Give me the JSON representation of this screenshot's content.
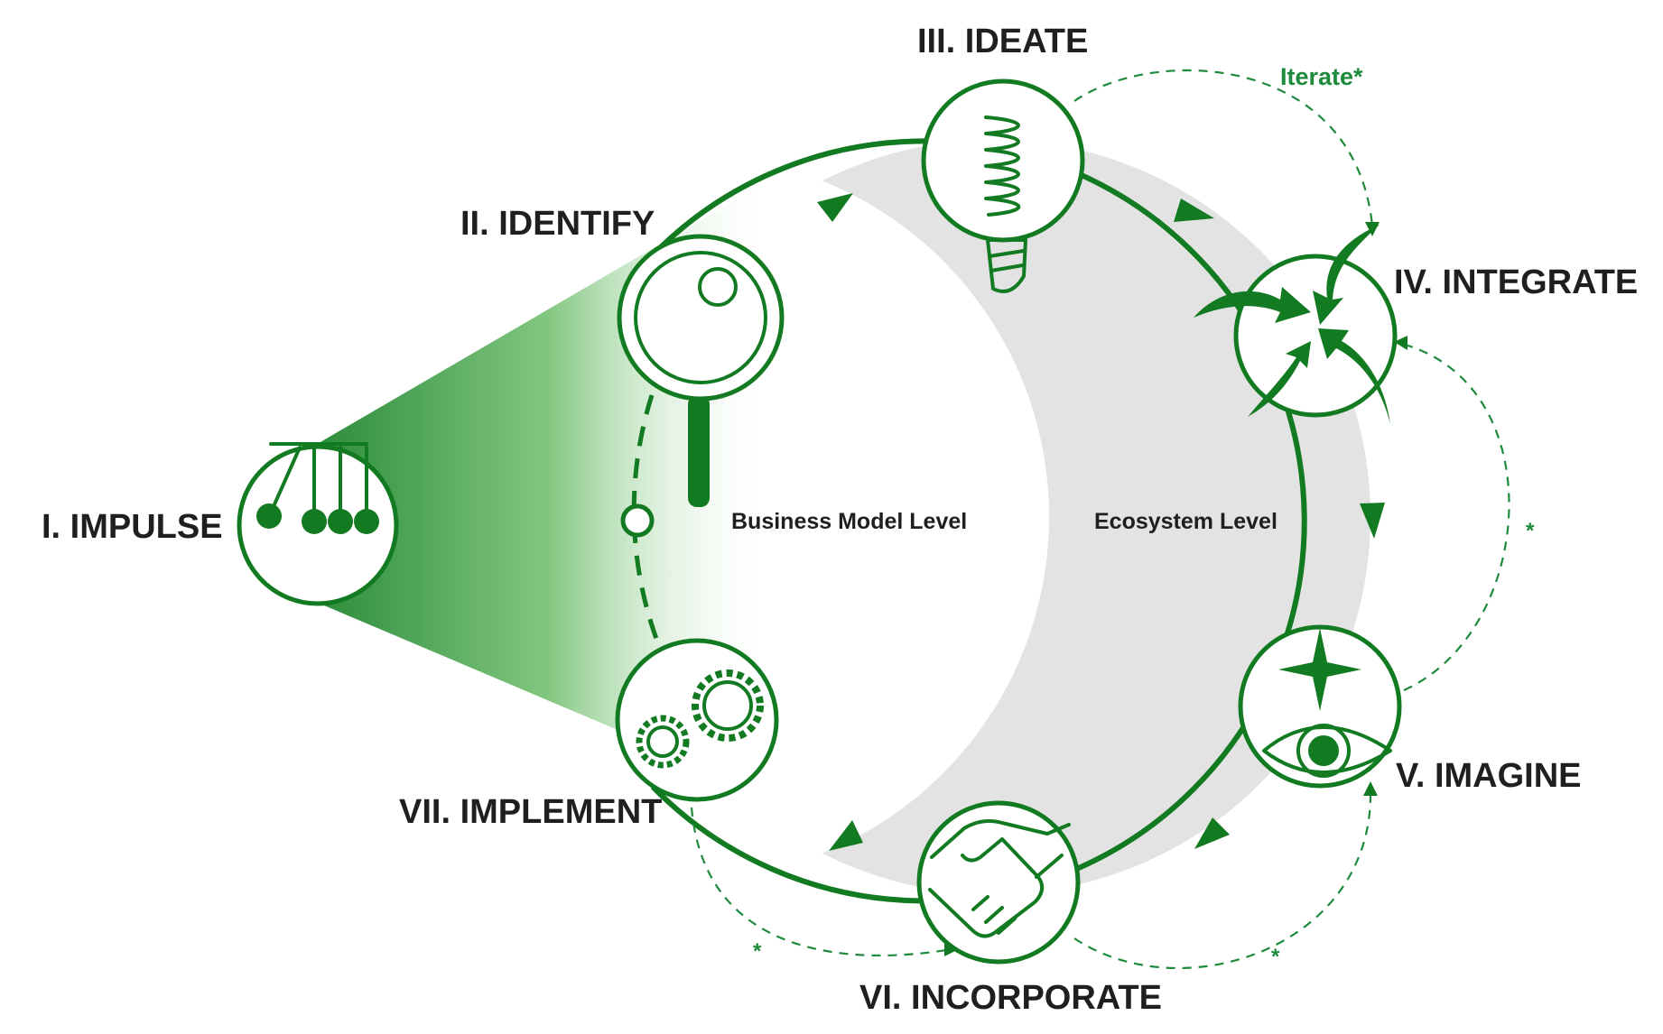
{
  "colors": {
    "primary": "#127a20",
    "accent": "#1e8a3c",
    "ecosystem_fill": "#e3e3e3",
    "text": "#1f1f1f"
  },
  "stages": {
    "impulse": {
      "label": "I. IMPULSE",
      "icon": "newtons-cradle-icon"
    },
    "identify": {
      "label": "II. IDENTIFY",
      "icon": "magnifying-glass-icon"
    },
    "ideate": {
      "label": "III. IDEATE",
      "icon": "light-bulb-icon"
    },
    "integrate": {
      "label": "IV. INTEGRATE",
      "icon": "converging-arrows-icon"
    },
    "imagine": {
      "label": "V. IMAGINE",
      "icon": "eye-star-icon"
    },
    "incorporate": {
      "label": "VI. INCORPORATE",
      "icon": "handshake-icon"
    },
    "implement": {
      "label": "VII. IMPLEMENT",
      "icon": "gears-icon"
    }
  },
  "levels": {
    "business_model": "Business Model Level",
    "ecosystem": "Ecosystem Level"
  },
  "iterate_label": "Iterate*",
  "asterisk": "*"
}
